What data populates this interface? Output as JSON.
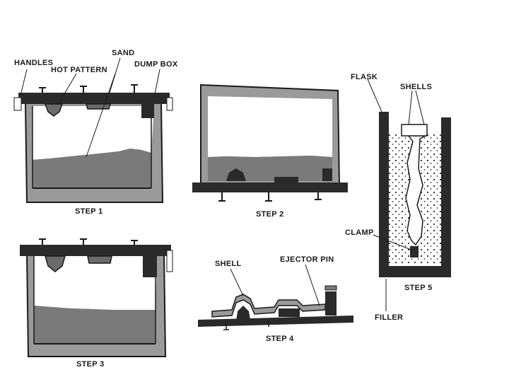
{
  "labels": {
    "handles": "HANDLES",
    "hot_pattern": "HOT PATTERN",
    "sand": "SAND",
    "dump_box": "DUMP BOX",
    "flask": "FLASK",
    "shells": "SHELLS",
    "clamp": "CLAMP",
    "shell": "SHELL",
    "ejector_pin": "EJECTOR PIN",
    "filler": "FILLER"
  },
  "steps": {
    "step1": "STEP 1",
    "step2": "STEP 2",
    "step3": "STEP 3",
    "step4": "STEP 4",
    "step5": "STEP 5"
  },
  "colors": {
    "ink": "#1a1a1a",
    "sand_fill": "#7a7a7a",
    "box_fill": "#9a9a9a",
    "plate": "#2a2a2a",
    "paper": "#ffffff"
  }
}
